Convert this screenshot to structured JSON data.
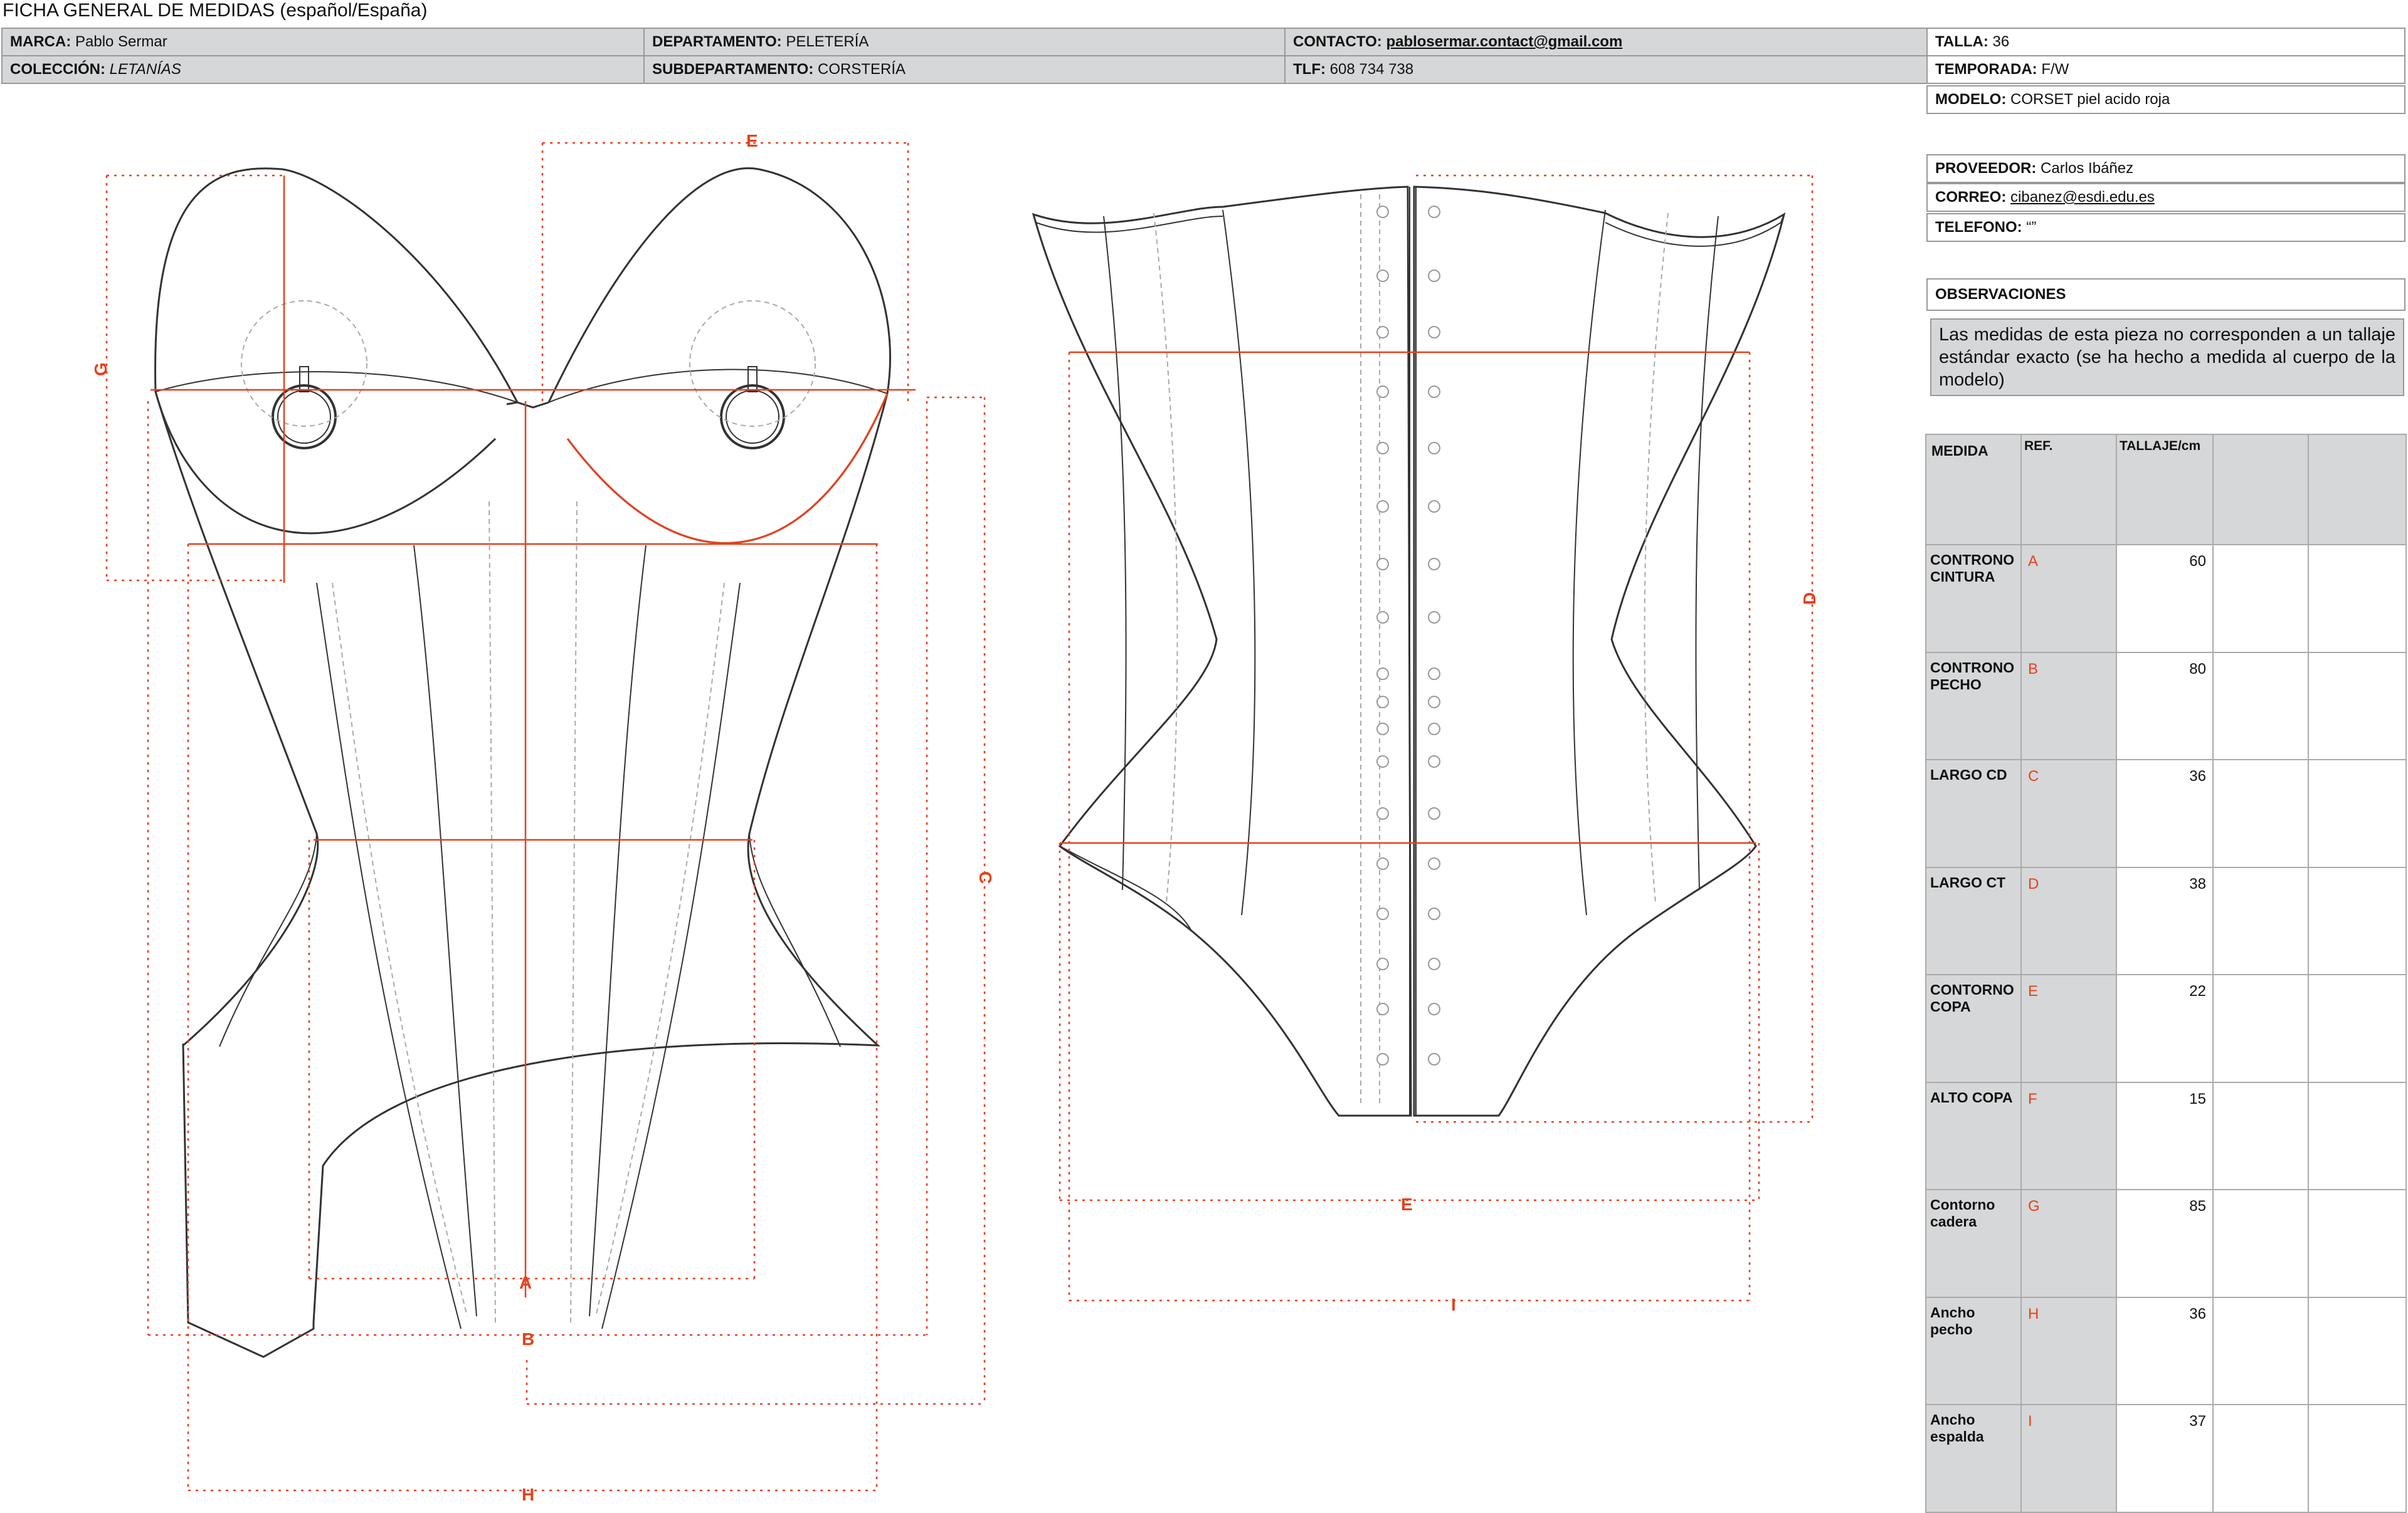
{
  "title": "FICHA GENERAL DE MEDIDAS (español/España)",
  "header": {
    "marca_label": "MARCA:",
    "marca": "Pablo Sermar",
    "departamento_label": "DEPARTAMENTO:",
    "departamento": "PELETERÍA",
    "contacto_label": "CONTACTO:",
    "contacto": "pablosermar.contact@gmail.com",
    "talla_label": "TALLA:",
    "talla": "36",
    "coleccion_label": "COLECCIÓN:",
    "coleccion": "LETANÍAS",
    "subdepartamento_label": "SUBDEPARTAMENTO:",
    "subdepartamento": "CORSTERÍA",
    "tlf_label": "TLF:",
    "tlf": "608 734 738",
    "temporada_label": "TEMPORADA:",
    "temporada": "F/W",
    "modelo_label": "MODELO:",
    "modelo": "CORSET piel acido roja"
  },
  "supplier": {
    "proveedor_label": "PROVEEDOR:",
    "proveedor": "Carlos Ibáñez",
    "correo_label": "CORREO:",
    "correo": "cibanez@esdi.edu.es",
    "telefono_label": "TELEFONO:",
    "telefono": "“”"
  },
  "observaciones": {
    "label": "OBSERVACIONES",
    "text": "Las medidas de esta pieza no corresponden a un tallaje estándar exacto (se ha hecho a medida al cuerpo de la modelo)"
  },
  "table": {
    "headers": [
      "MEDIDA",
      "REF.",
      "TALLAJE/cm"
    ],
    "rows": [
      {
        "medida": "CONTRONO CINTURA",
        "ref": "A",
        "value": "60"
      },
      {
        "medida": "CONTRONO PECHO",
        "ref": "B",
        "value": "80"
      },
      {
        "medida": "LARGO CD",
        "ref": "C",
        "value": "36"
      },
      {
        "medida": "LARGO CT",
        "ref": "D",
        "value": "38"
      },
      {
        "medida": "CONTORNO COPA",
        "ref": "E",
        "value": "22"
      },
      {
        "medida": "ALTO COPA",
        "ref": "F",
        "value": "15"
      },
      {
        "medida": "Contorno cadera",
        "ref": "G",
        "value": "85"
      },
      {
        "medida": "Ancho pecho",
        "ref": "H",
        "value": "36"
      },
      {
        "medida": "Ancho espalda",
        "ref": "I",
        "value": "37"
      }
    ]
  },
  "drawing_labels": {
    "front": [
      "E",
      "G",
      "A",
      "B",
      "C",
      "H"
    ],
    "back": [
      "D",
      "E",
      "I"
    ]
  },
  "colors": {
    "measure": "#e8401c",
    "grey_cell": "#d6d7d8"
  }
}
